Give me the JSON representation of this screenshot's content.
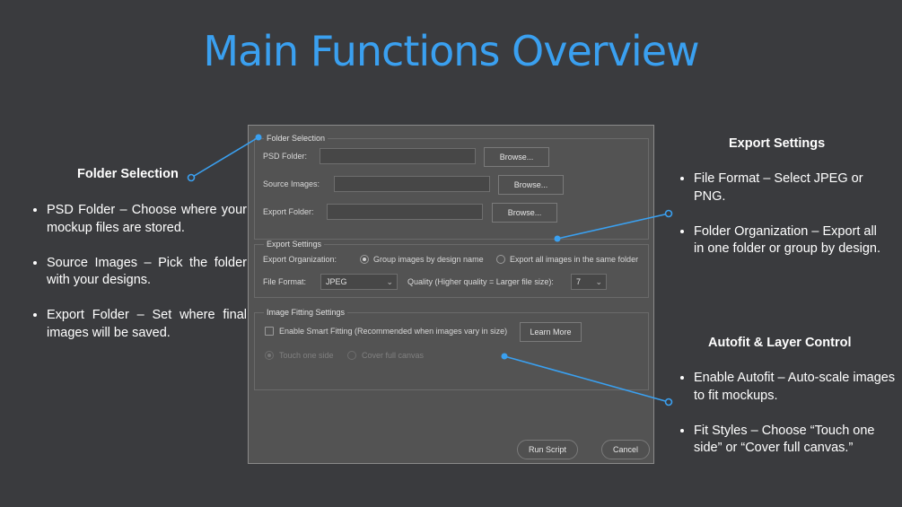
{
  "title": "Main Functions Overview",
  "left_panel": {
    "heading": "Folder Selection",
    "bullets": [
      "PSD Folder – Choose where your mockup files are stored.",
      "Source Images – Pick the folder with your designs.",
      "Export Folder – Set where final images will be saved."
    ]
  },
  "right_top": {
    "heading": "Export Settings",
    "bullets": [
      "File Format – Select JPEG or PNG.",
      "Folder Organization – Export all in one folder or group by design."
    ]
  },
  "right_bottom": {
    "heading": "Autofit & Layer Control",
    "bullets": [
      "Enable Autofit – Auto-scale images to fit mockups.",
      "Fit Styles – Choose “Touch one side” or “Cover full canvas.”"
    ]
  },
  "dialog": {
    "folder_group": {
      "title": "Folder Selection",
      "psd_label": "PSD Folder:",
      "source_label": "Source Images:",
      "export_label": "Export Folder:",
      "browse": "Browse..."
    },
    "export_group": {
      "title": "Export Settings",
      "organization_label": "Export Organization:",
      "option_group": "Group images by design name",
      "option_same": "Export all images in the same folder",
      "format_label": "File Format:",
      "format_value": "JPEG",
      "quality_label": "Quality (Higher quality = Larger file size):",
      "quality_value": "7"
    },
    "fitting_group": {
      "title": "Image Fitting Settings",
      "enable_label": "Enable Smart Fitting (Recommended when images vary in size)",
      "learn_more": "Learn More",
      "touch_label": "Touch one side",
      "cover_label": "Cover full canvas"
    },
    "run_script": "Run Script",
    "cancel": "Cancel"
  },
  "colors": {
    "background": "#3a3b3e",
    "accent": "#3aa0f0",
    "dialog_bg": "#535353"
  }
}
